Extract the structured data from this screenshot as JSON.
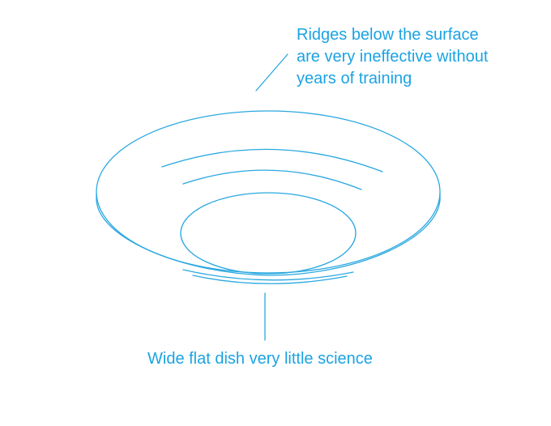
{
  "colors": {
    "line": "#2aa8e0",
    "text": "#1ba3e3",
    "background": "#ffffff"
  },
  "callouts": {
    "top": {
      "lines": [
        "Ridges below the surface",
        "are very ineffective without",
        "years of training"
      ]
    },
    "bottom": {
      "text": "Wide flat dish very little science"
    }
  }
}
